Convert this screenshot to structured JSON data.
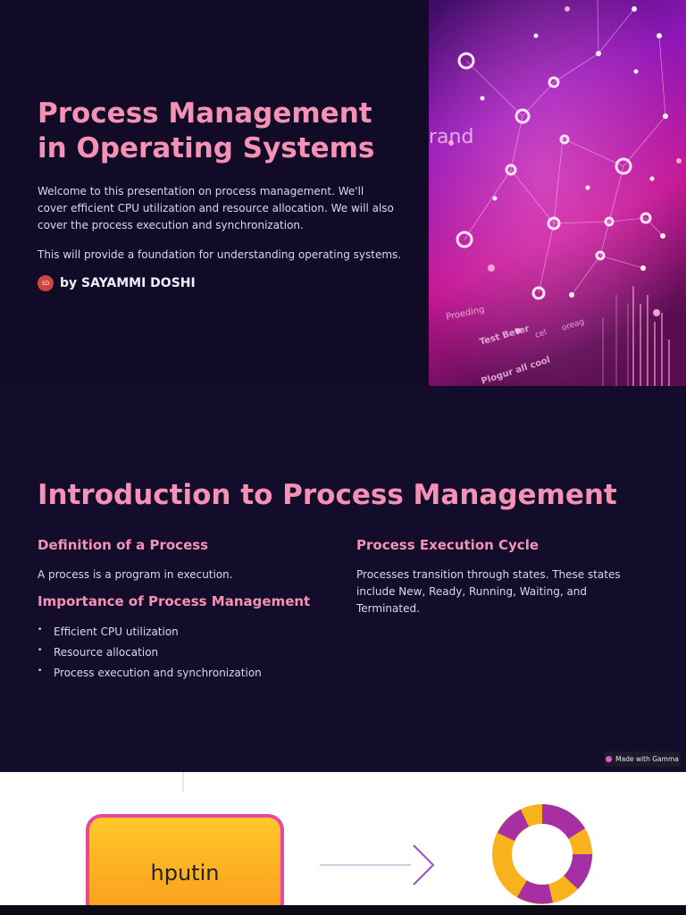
{
  "slide1": {
    "title_line1": "Process Management",
    "title_line2": "in Operating Systems",
    "description": "Welcome to this presentation on process management. We'll cover efficient CPU utilization and resource allocation. We will also cover the process execution and synchronization.",
    "description2": "This will provide a foundation for understanding operating systems.",
    "author_initials": "SD",
    "author": "by SAYAMMI DOSHI",
    "hero_texts": [
      "rand",
      "Proeding",
      "Test Beter",
      "Plogur all cool",
      "oreag",
      "cel"
    ]
  },
  "slide2": {
    "title": "Introduction to Process Management",
    "definition_heading": "Definition of a Process",
    "definition_text": "A process is a program in execution.",
    "importance_heading": "Importance of Process Management",
    "bullets": [
      "Efficient CPU utilization",
      "Resource allocation",
      "Process execution and synchronization"
    ],
    "cycle_heading": "Process Execution Cycle",
    "cycle_text": "Processes transition through states. These states include New, Ready, Running, Waiting, and Terminated.",
    "badge": "Made with Gamma"
  },
  "slide3": {
    "input_label": "hputin"
  },
  "colors": {
    "accent_pink": "#f592b4",
    "background": "#130c2a",
    "text": "#dcd7ea"
  }
}
